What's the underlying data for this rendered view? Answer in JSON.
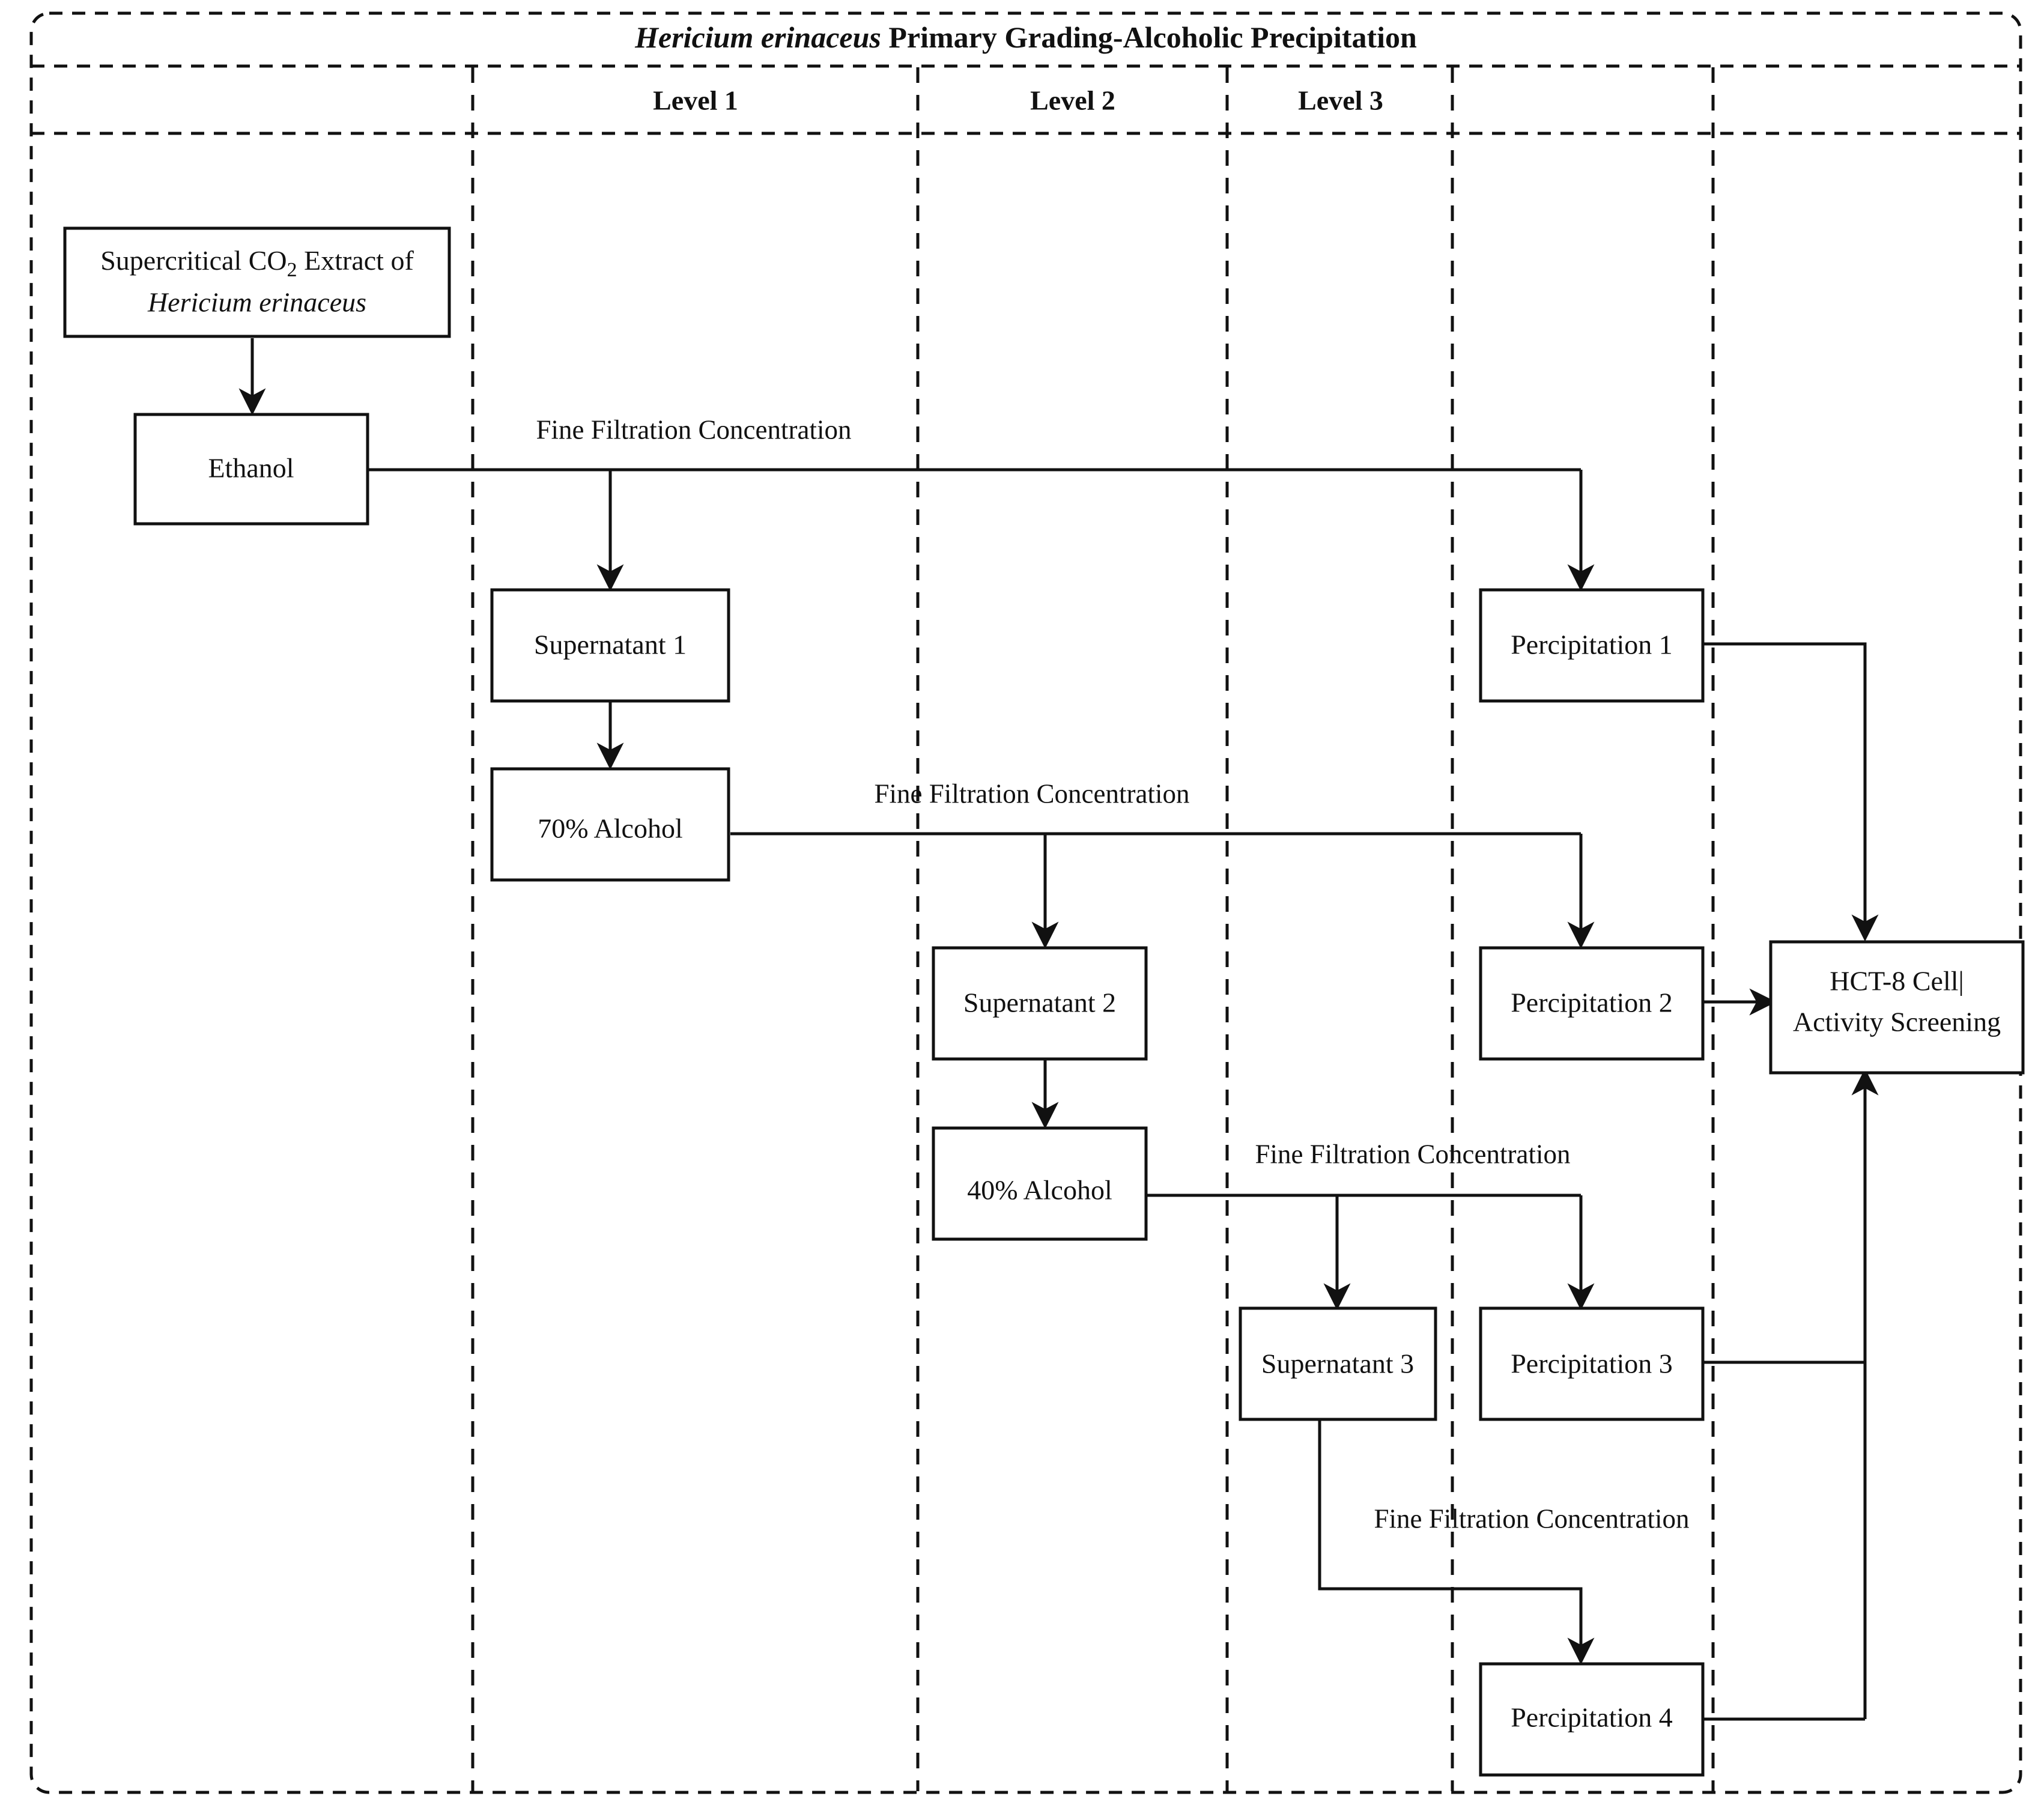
{
  "diagram": {
    "title_italic": "Hericium erinaceus",
    "title_rest": " Primary Grading-Alcoholic Precipitation",
    "title_full": "Hericium erinaceus Primary Grading-Alcoholic Precipitation",
    "type": "flowchart",
    "accent_color": "#111111",
    "background_color": "#ffffff"
  },
  "levels": [
    {
      "label": "Level 1"
    },
    {
      "label": "Level 2"
    },
    {
      "label": "Level 3"
    }
  ],
  "nodes": {
    "extract_line1": "Supercritical CO",
    "extract_sub": "2",
    "extract_line1b": " Extract of",
    "extract_line2": "Hericium erinaceus",
    "ethanol": "Ethanol",
    "supernatant1": "Supernatant 1",
    "alcohol70": "70% Alcohol",
    "supernatant2": "Supernatant 2",
    "alcohol40": "40% Alcohol",
    "supernatant3": "Supernatant 3",
    "percipitation1": "Percipitation 1",
    "percipitation2": "Percipitation 2",
    "percipitation3": "Percipitation 3",
    "percipitation4": "Percipitation 4",
    "screening_line1": "HCT-8 Cell|",
    "screening_line2": "Activity Screening"
  },
  "edge_labels": {
    "ffc1": "Fine Filtration Concentration",
    "ffc2": "Fine Filtration Concentration",
    "ffc3": "Fine Filtration Concentration",
    "ffc4": "Fine Filtration Concentration"
  }
}
